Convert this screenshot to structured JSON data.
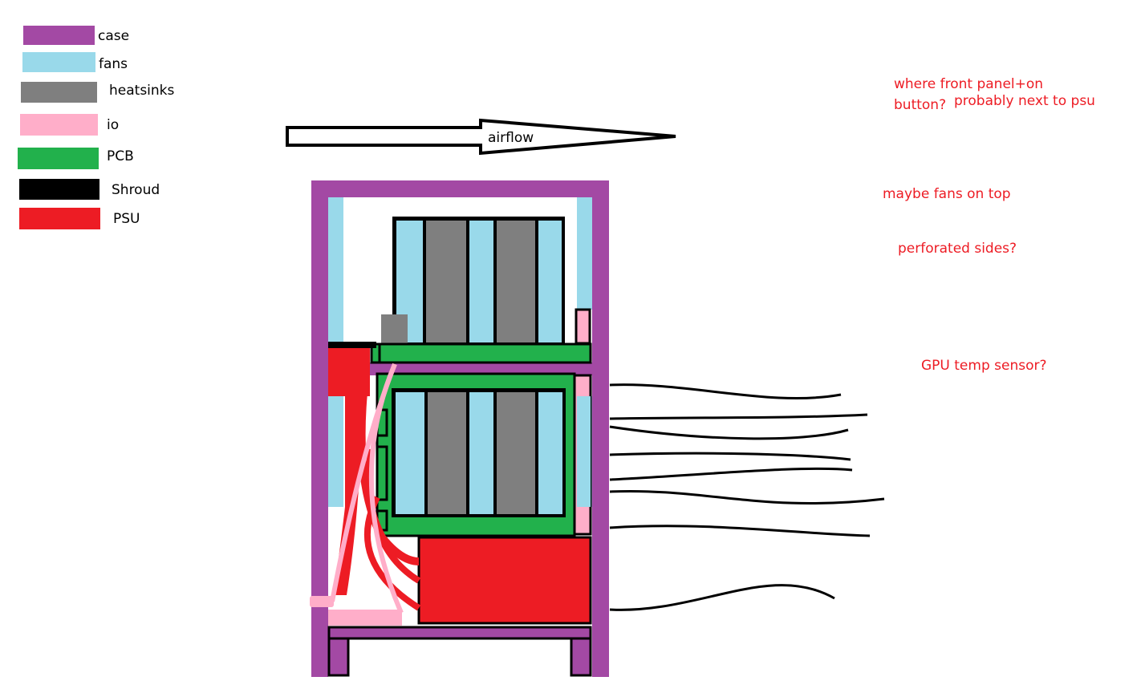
{
  "colors": {
    "case": "#a349a4",
    "fans": "#99d9ea",
    "heatsinks": "#7f7f7f",
    "io": "#ffaec9",
    "pcb": "#22b14c",
    "shroud": "#000000",
    "psu": "#ed1c24",
    "note": "#ed1c24"
  },
  "legend": [
    {
      "label": "case",
      "color": "#a349a4"
    },
    {
      "label": "fans",
      "color": "#99d9ea"
    },
    {
      "label": "heatsinks",
      "color": "#7f7f7f"
    },
    {
      "label": "io",
      "color": "#ffaec9"
    },
    {
      "label": "PCB",
      "color": "#22b14c"
    },
    {
      "label": "Shroud",
      "color": "#000000"
    },
    {
      "label": "PSU",
      "color": "#ed1c24"
    }
  ],
  "airflow": {
    "label": "airflow"
  },
  "notes": {
    "front_panel_line1": "where front panel+on",
    "front_panel_line2": "button?",
    "front_panel_extra": "probably next to psu",
    "fans_on_top": "maybe fans on top",
    "perforated_sides": "perforated sides?",
    "gpu_temp_sensor": "GPU temp sensor?"
  }
}
